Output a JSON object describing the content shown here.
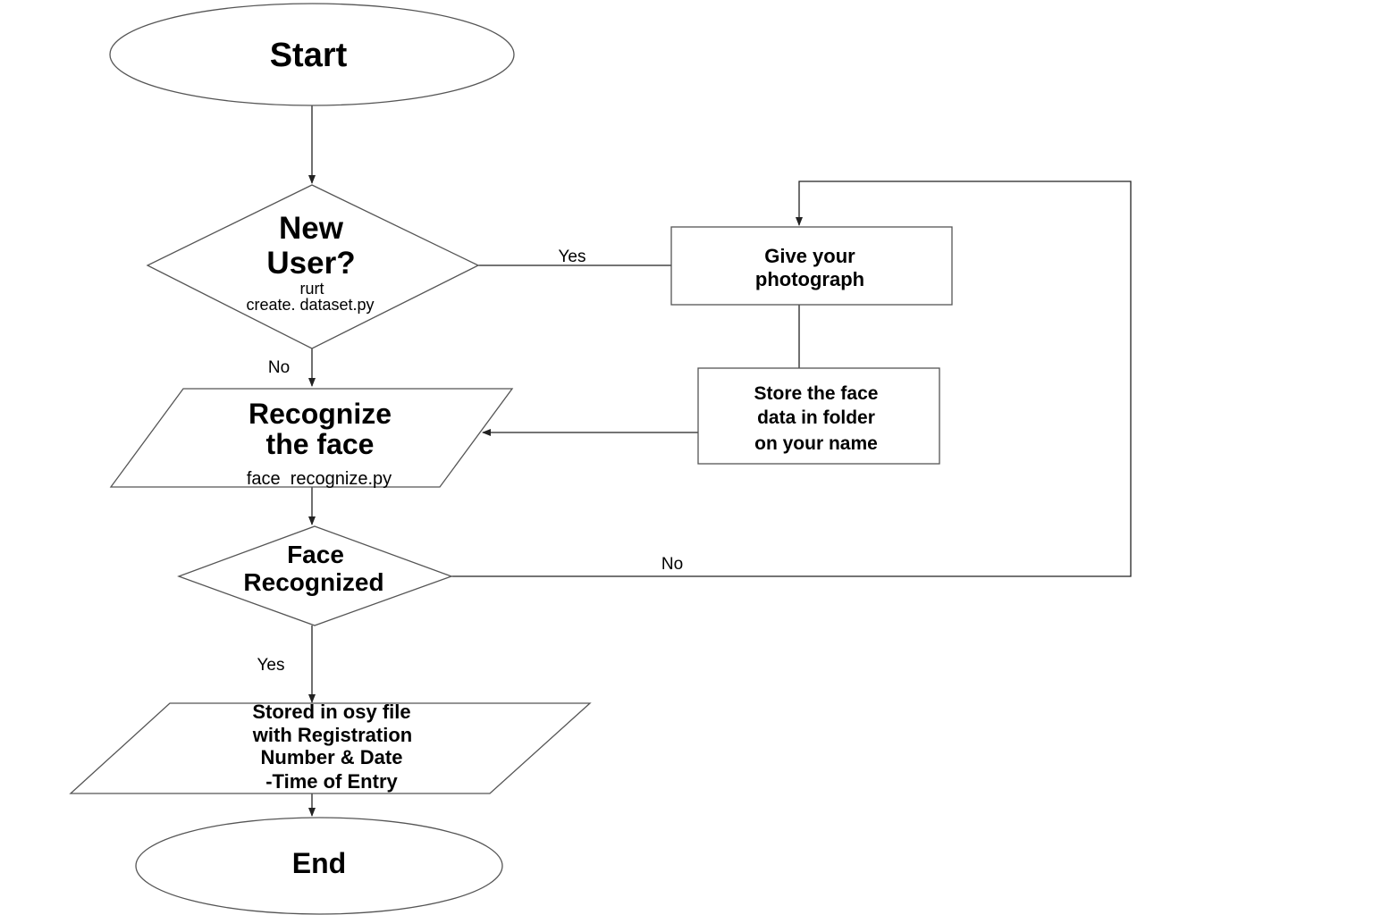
{
  "nodes": {
    "start": {
      "label": "Start"
    },
    "new_user": {
      "line1": "New",
      "line2": "User?",
      "sub1": "rurt",
      "sub2": "create. dataset.py"
    },
    "give_photo": {
      "line1": "Give your",
      "line2": "photograph"
    },
    "store_face": {
      "line1": "Store the face",
      "line2": "data in folder",
      "line3": "on your name"
    },
    "recognize": {
      "line1": "Recognize",
      "line2": "the face",
      "sub": "face  recognize.py"
    },
    "face_recognized": {
      "line1": "Face",
      "line2": "Recognized"
    },
    "stored_file": {
      "line1": "Stored in osy file",
      "line2": "with Registration",
      "line3": "Number & Date",
      "line4": "-Time of Entry"
    },
    "end": {
      "label": "End"
    }
  },
  "edges": {
    "new_user_yes": "Yes",
    "new_user_no": "No",
    "face_recognized_no": "No",
    "face_recognized_yes": "Yes"
  }
}
